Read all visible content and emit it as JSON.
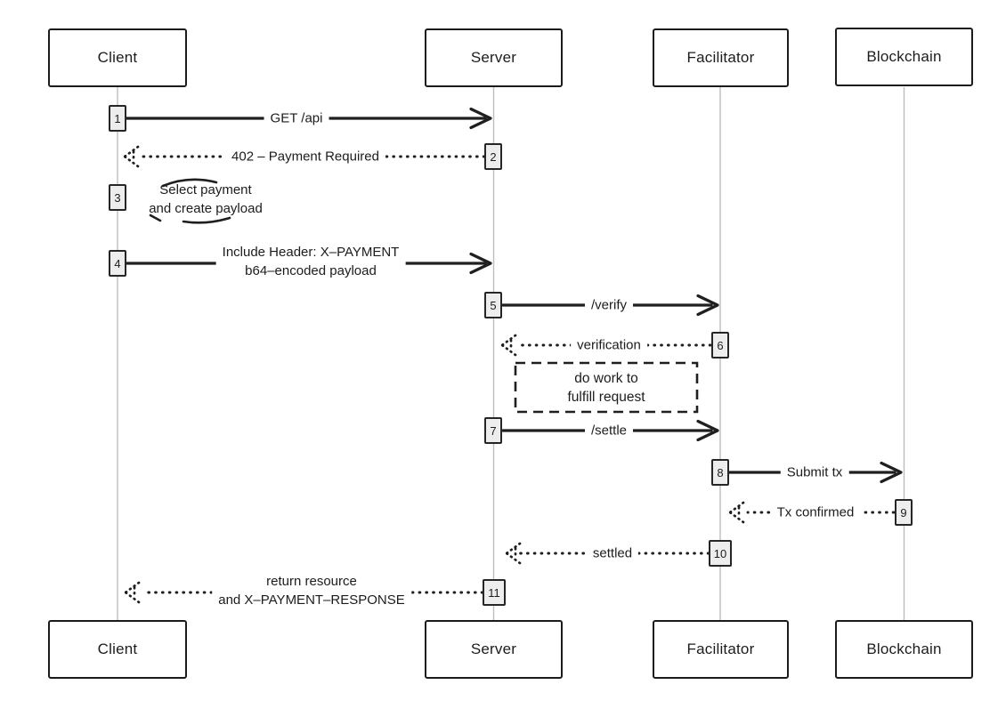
{
  "colors": {
    "ink": "#1f1f1f",
    "lifeline": "#bdbdbd",
    "activation_fill": "#ededed",
    "background": "#ffffff"
  },
  "participants": [
    {
      "name": "Client"
    },
    {
      "name": "Server"
    },
    {
      "name": "Facilitator"
    },
    {
      "name": "Blockchain"
    }
  ],
  "messages": [
    {
      "num": "1",
      "from": "Client",
      "to": "Server",
      "style": "solid",
      "label": "GET /api"
    },
    {
      "num": "2",
      "from": "Server",
      "to": "Client",
      "style": "dotted",
      "label": "402 – Payment Required"
    },
    {
      "num": "3",
      "from": "Client",
      "to": "Client",
      "style": "self",
      "line1": "Select payment",
      "line2": "and create payload"
    },
    {
      "num": "4",
      "from": "Client",
      "to": "Server",
      "style": "solid",
      "line1": "Include Header: X–PAYMENT",
      "line2": "b64–encoded payload"
    },
    {
      "num": "5",
      "from": "Server",
      "to": "Facilitator",
      "style": "solid",
      "label": "/verify"
    },
    {
      "num": "6",
      "from": "Facilitator",
      "to": "Server",
      "style": "dotted",
      "label": "verification"
    },
    {
      "num": "7",
      "from": "Server",
      "to": "Facilitator",
      "style": "solid",
      "label": "/settle"
    },
    {
      "num": "8",
      "from": "Facilitator",
      "to": "Blockchain",
      "style": "solid",
      "label": "Submit tx"
    },
    {
      "num": "9",
      "from": "Blockchain",
      "to": "Facilitator",
      "style": "dotted",
      "label": "Tx confirmed"
    },
    {
      "num": "10",
      "from": "Facilitator",
      "to": "Server",
      "style": "dotted",
      "label": "settled"
    },
    {
      "num": "11",
      "from": "Server",
      "to": "Client",
      "style": "dotted",
      "line1": "return resource",
      "line2": "and X–PAYMENT–RESPONSE"
    }
  ],
  "note": {
    "line1": "do work to",
    "line2": "fulfill request"
  }
}
